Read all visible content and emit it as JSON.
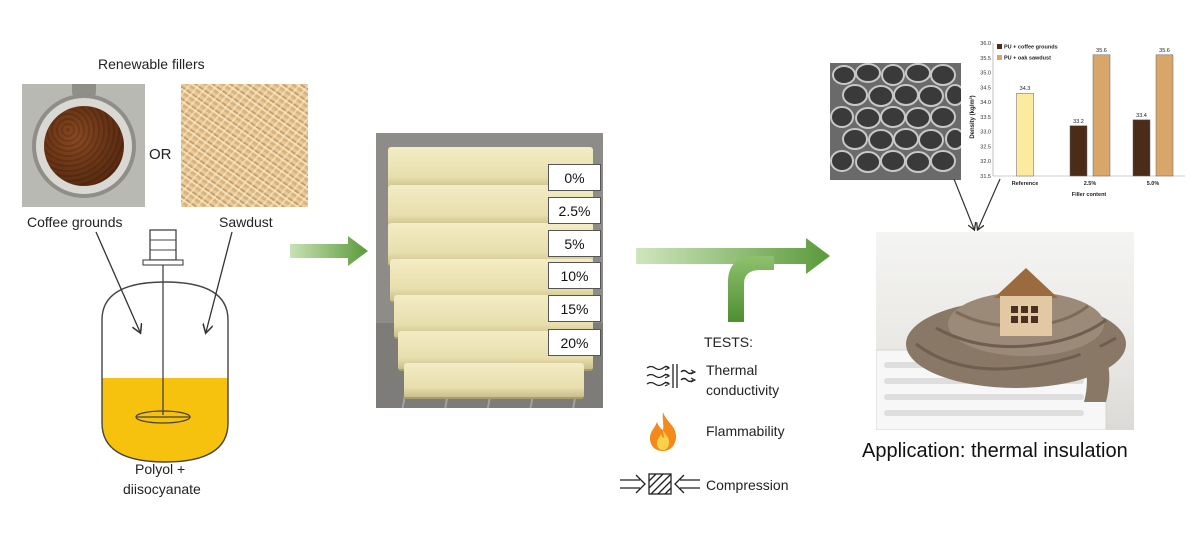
{
  "inputs": {
    "title": "Renewable fillers",
    "or_label": "OR",
    "coffee_label": "Coffee grounds",
    "sawdust_label": "Sawdust",
    "reactor_line1": "Polyol +",
    "reactor_line2": "diisocyanate"
  },
  "foam_samples": {
    "percentages": [
      "0%",
      "2.5%",
      "5%",
      "10%",
      "15%",
      "20%"
    ]
  },
  "tests": {
    "title": "TESTS:",
    "thermal_line1": "Thermal",
    "thermal_line2": "conductivity",
    "flammability": "Flammability",
    "compression": "Compression"
  },
  "application": {
    "label": "Application: thermal insulation"
  },
  "colors": {
    "arrow_green_dark": "#5a9a3a",
    "arrow_green_light": "#c8e2b4",
    "liquid_yellow": "#f6c20e",
    "bar_reference": "#fbeaa0",
    "bar_coffee": "#4a2c18",
    "bar_sawdust": "#d9a66a"
  },
  "chart_data": {
    "type": "bar",
    "ylabel": "Density (kg/m³)",
    "xlabel": "Filler content",
    "categories": [
      "Reference",
      "2.5%",
      "5.0%"
    ],
    "ylim": [
      31.5,
      36.0
    ],
    "yticks": [
      "36.0",
      "35.5",
      "35.0",
      "34.5",
      "34.0",
      "33.5",
      "33.0",
      "32.5",
      "32.0",
      "31.5"
    ],
    "legend": [
      "PU + coffee grounds",
      "PU + oak sawdust"
    ],
    "bars": [
      {
        "category": "Reference",
        "series": "reference",
        "value": 34.3,
        "label": "34.3"
      },
      {
        "category": "2.5%",
        "series": "PU + coffee grounds",
        "value": 33.2,
        "label": "33.2"
      },
      {
        "category": "2.5%",
        "series": "PU + oak sawdust",
        "value": 35.6,
        "label": "35.6"
      },
      {
        "category": "5.0%",
        "series": "PU + coffee grounds",
        "value": 33.4,
        "label": "33.4"
      },
      {
        "category": "5.0%",
        "series": "PU + oak sawdust",
        "value": 35.6,
        "label": "35.6"
      }
    ]
  }
}
